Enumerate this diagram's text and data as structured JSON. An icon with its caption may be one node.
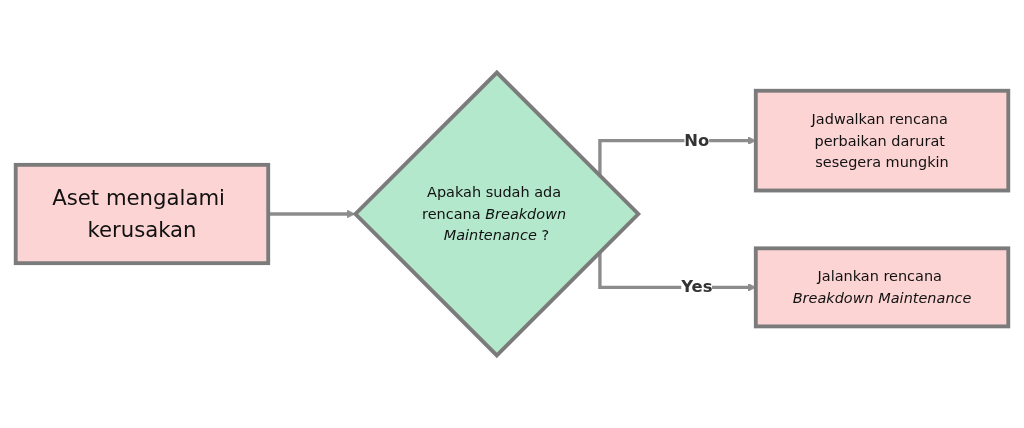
{
  "diagram": {
    "nodes": [
      {
        "text": [
          "Aset mengalami kerusakan"
        ]
      },
      {
        "text": [
          "Apakah sudah ada rencana *Breakdown Maintenance* ?"
        ]
      },
      {
        "text": [
          "Jadwalkan rencana perbaikan darurat sesegera mungkin"
        ]
      },
      {
        "text": [
          "Jalankan rencana *Breakdown Maintenance*"
        ]
      }
    ],
    "edges": [
      {
        "from": 0,
        "to": 1,
        "arrow": "to"
      },
      {
        "from": 1,
        "to": 2,
        "arrow": "to",
        "label": "No"
      },
      {
        "from": 1,
        "to": 3,
        "arrow": "to",
        "label": "Yes"
      }
    ]
  }
}
